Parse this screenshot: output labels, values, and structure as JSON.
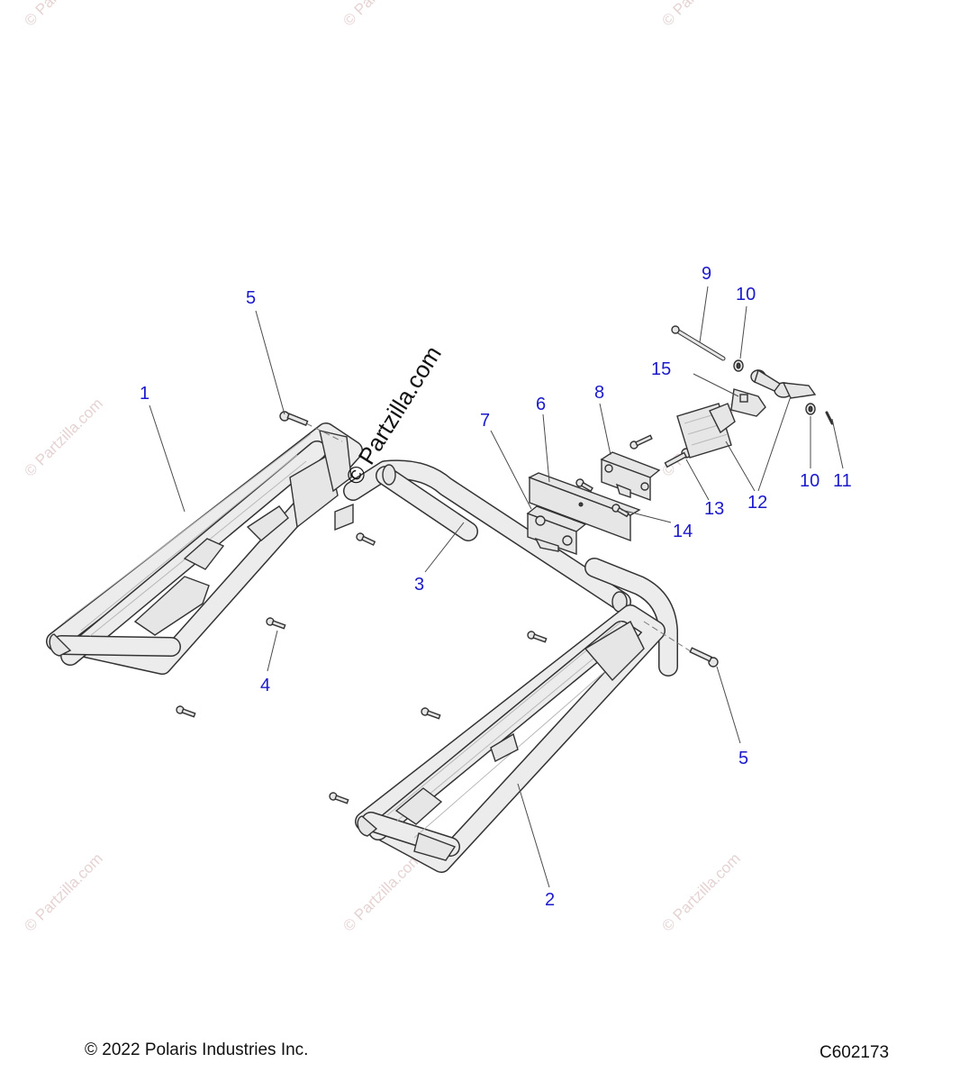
{
  "watermark": {
    "text": "© Partzilla.com"
  },
  "callouts": [
    {
      "id": "c1",
      "label": "1"
    },
    {
      "id": "c2",
      "label": "2"
    },
    {
      "id": "c3",
      "label": "3"
    },
    {
      "id": "c4",
      "label": "4"
    },
    {
      "id": "c5a",
      "label": "5"
    },
    {
      "id": "c5b",
      "label": "5"
    },
    {
      "id": "c6",
      "label": "6"
    },
    {
      "id": "c7",
      "label": "7"
    },
    {
      "id": "c8",
      "label": "8"
    },
    {
      "id": "c9",
      "label": "9"
    },
    {
      "id": "c10a",
      "label": "10"
    },
    {
      "id": "c10b",
      "label": "10"
    },
    {
      "id": "c11",
      "label": "11"
    },
    {
      "id": "c12",
      "label": "12"
    },
    {
      "id": "c13",
      "label": "13"
    },
    {
      "id": "c14",
      "label": "14"
    },
    {
      "id": "c15",
      "label": "15"
    }
  ],
  "footer": {
    "copyright": "© 2022 Polaris Industries Inc.",
    "figure_id": "C602173"
  },
  "colors": {
    "callout": "#1a1acc",
    "watermark": "#e6d3d3",
    "line": "#333333"
  }
}
